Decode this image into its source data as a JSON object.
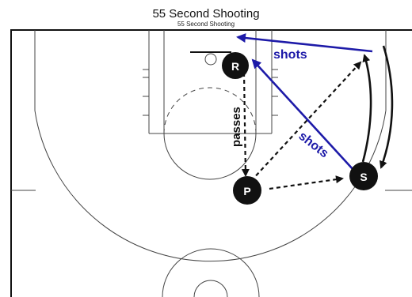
{
  "title": "55 Second Shooting",
  "subtitle": "55 Second Shooting",
  "players": {
    "r": "R",
    "p": "P",
    "s": "S"
  },
  "labels": {
    "shots_top": "shots",
    "shots_diagonal": "shots",
    "passes": "passes"
  },
  "colors": {
    "shot": "#1d1aa8",
    "pass": "#111111",
    "player": "#111111"
  }
}
